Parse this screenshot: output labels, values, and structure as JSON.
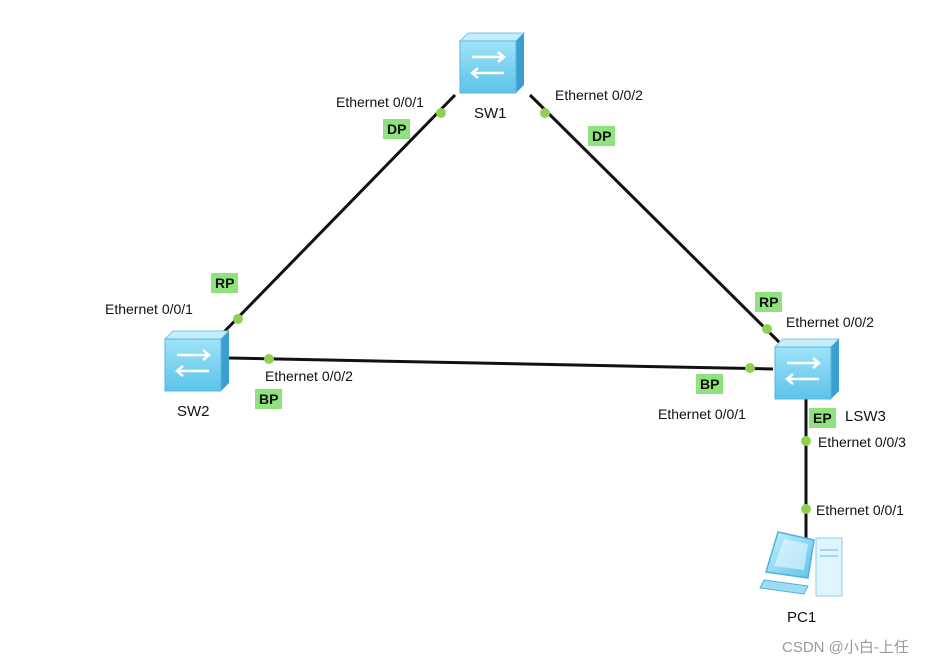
{
  "devices": {
    "sw1": {
      "label": "SW1",
      "icon": "switch-icon"
    },
    "sw2": {
      "label": "SW2",
      "icon": "switch-icon"
    },
    "lsw3": {
      "label": "LSW3",
      "icon": "switch-icon"
    },
    "pc1": {
      "label": "PC1",
      "icon": "pc-icon"
    }
  },
  "ports": {
    "sw1_p1": "Ethernet 0/0/1",
    "sw1_p2": "Ethernet 0/0/2",
    "sw2_p1": "Ethernet 0/0/1",
    "sw2_p2": "Ethernet 0/0/2",
    "lsw3_p1": "Ethernet 0/0/1",
    "lsw3_p2": "Ethernet 0/0/2",
    "lsw3_p3": "Ethernet 0/0/3",
    "pc1_p1": "Ethernet 0/0/1"
  },
  "roles": {
    "sw1_p1": "DP",
    "sw1_p2": "DP",
    "sw2_p1": "RP",
    "sw2_p2": "BP",
    "lsw3_p1": "BP",
    "lsw3_p2": "RP",
    "lsw3_p3": "EP"
  },
  "watermark": "CSDN @小白-上任",
  "colors": {
    "link": "#111111",
    "port_dot": "#8fd14f",
    "role_tag": "#90e27e",
    "switch_front": "#7fd6f2",
    "switch_top": "#b9ebfb",
    "switch_side": "#46a9d6"
  }
}
